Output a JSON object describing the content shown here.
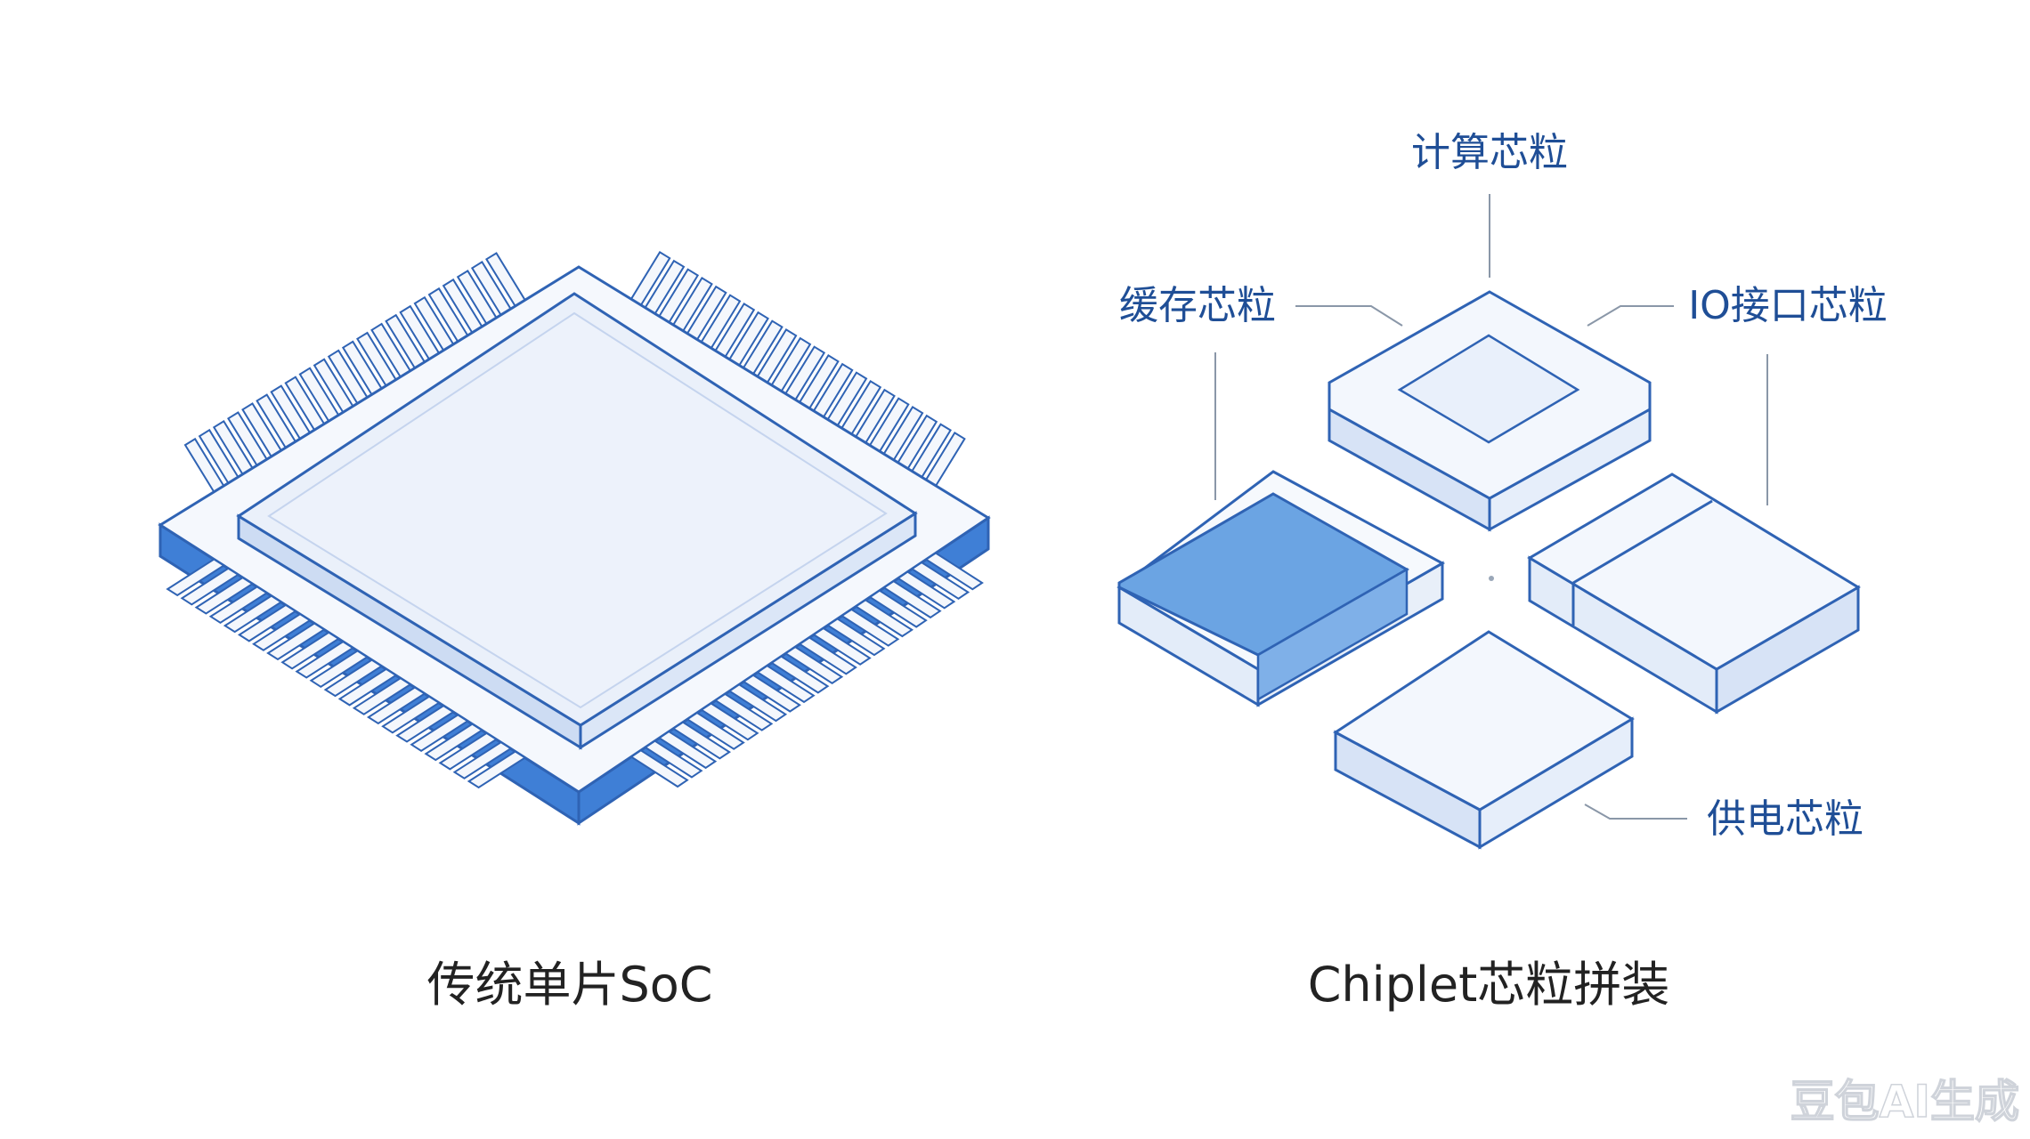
{
  "soc": {
    "caption": "传统单片SoC"
  },
  "chiplet": {
    "caption": "Chiplet芯粒拼装",
    "labels": {
      "compute": "计算芯粒",
      "cache": "缓存芯粒",
      "io": "IO接口芯粒",
      "power": "供电芯粒"
    }
  },
  "watermark": "豆包AI生成",
  "colors": {
    "outline": "#2f63b4",
    "accent": "#3f7fd6",
    "face_light": "#eef3fb",
    "face_mid": "#d7e3f6",
    "leader": "#8a97a8",
    "caption_text": "#222222",
    "label_text": "#1f4e96"
  }
}
